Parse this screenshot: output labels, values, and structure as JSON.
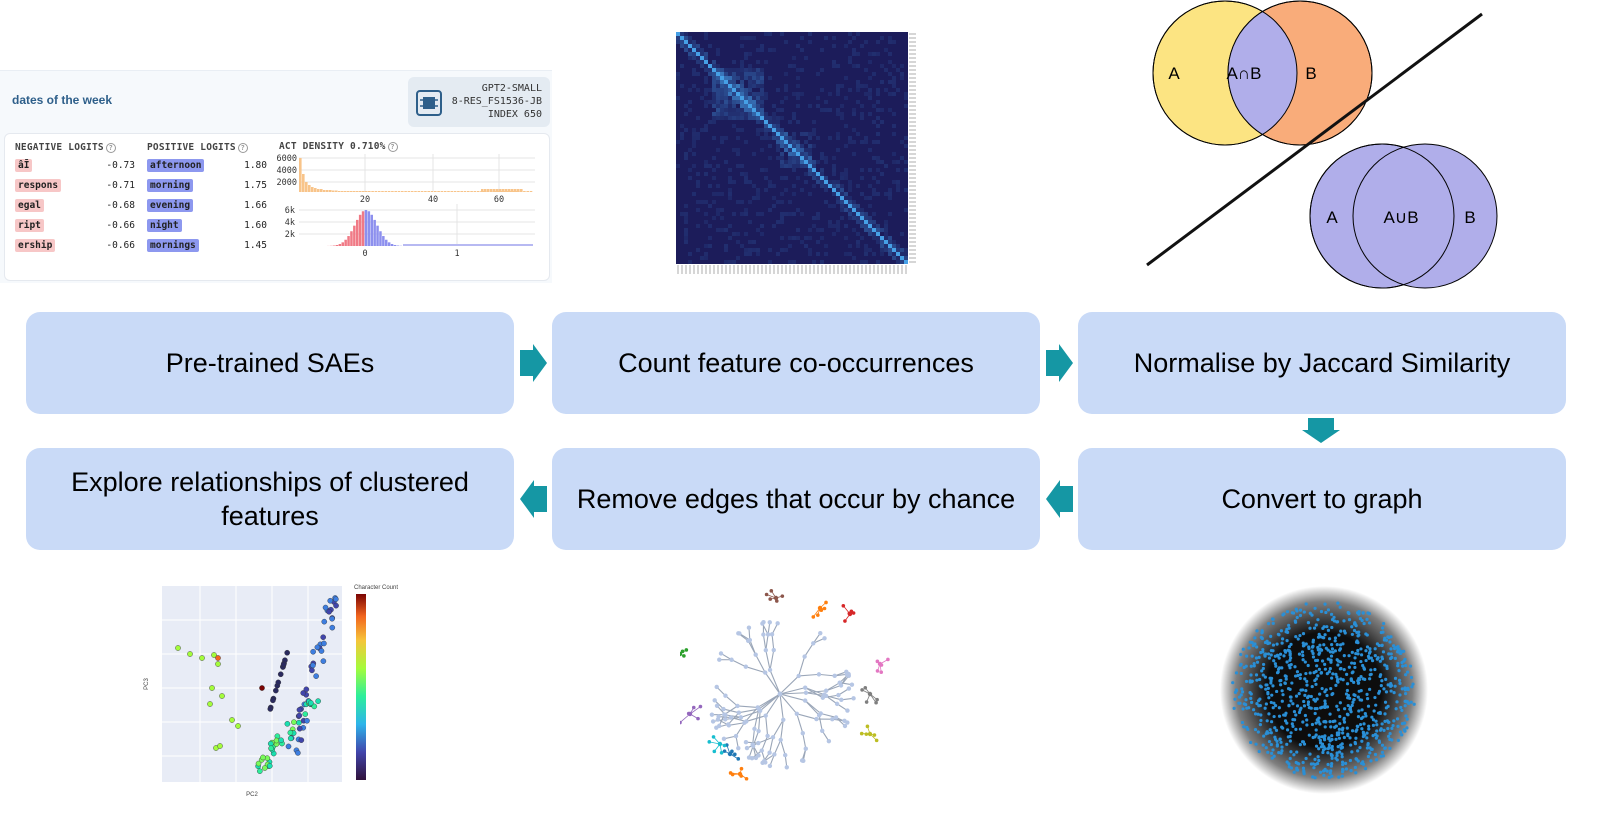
{
  "steps": {
    "step1": "Pre-trained SAEs",
    "step2": "Count feature co-occurrences",
    "step3": "Normalise by Jaccard Similarity",
    "step4": "Convert to graph",
    "step5": "Remove edges that occur by chance",
    "step6_line1": "Explore relationships of clustered",
    "step6_line2": "features"
  },
  "sae_card": {
    "title": "dates of the week",
    "model_line1": "GPT2-SMALL",
    "model_line2": "8-RES_FS1536-JB",
    "model_line3": "INDEX 650",
    "negative_header": "NEGATIVE LOGITS",
    "positive_header": "POSITIVE LOGITS",
    "density_header": "ACT DENSITY 0.710%",
    "negative": [
      {
        "token": "âĪ",
        "value": "-0.73"
      },
      {
        "token": "respons",
        "value": "-0.71"
      },
      {
        "token": "egal",
        "value": "-0.68"
      },
      {
        "token": "ript",
        "value": "-0.66"
      },
      {
        "token": "ership",
        "value": "-0.66"
      }
    ],
    "positive": [
      {
        "token": "afternoon",
        "value": "1.80"
      },
      {
        "token": "morning",
        "value": "1.75"
      },
      {
        "token": "evening",
        "value": "1.66"
      },
      {
        "token": "night",
        "value": "1.60"
      },
      {
        "token": "mornings",
        "value": "1.45"
      }
    ],
    "hist1_yticks": [
      "6000",
      "4000",
      "2000"
    ],
    "hist1_xticks": [
      "20",
      "40",
      "60"
    ],
    "hist2_yticks": [
      "6k",
      "4k",
      "2k"
    ],
    "hist2_xticks": [
      "0",
      "1"
    ]
  },
  "venn": {
    "a": "A",
    "b": "B",
    "intersection": "A∩B",
    "union": "A∪B"
  },
  "scatter": {
    "colorbar_title": "Character Count",
    "xlabel": "PC2",
    "ylabel": "PC3"
  },
  "colors": {
    "box_fill": "#c9daf7",
    "arrow": "#1597a4",
    "venn_yellow": "#fce482",
    "venn_orange": "#f9ac7a",
    "venn_purple": "#b0aeea",
    "heatmap_bg": "#1c1c5a",
    "graph_node": "#2a8fd6"
  }
}
